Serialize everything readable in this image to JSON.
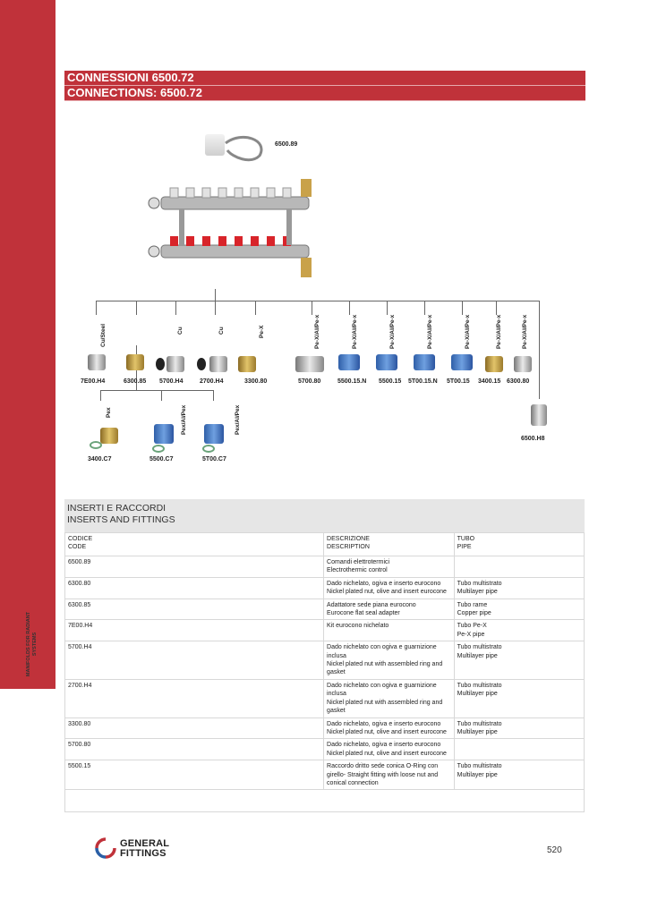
{
  "header": {
    "title_it": "CONNESSIONI 6500.72",
    "title_en": "CONNECTIONS: 6500.72"
  },
  "sidebar": {
    "label_line1": "MANIFOLDS FOR RADIANT",
    "label_line2": "SYSTEMS"
  },
  "diagram": {
    "top_code": "6500.89",
    "pipe_labels": [
      "Cu/Steel",
      "Cu",
      "Cu",
      "Pe-X",
      "Pe-X/Al/Pe-x",
      "Pe-X/Al/Pe-x",
      "Pe-X/Al/Pe-x",
      "Pe-X/Al/Pe-x",
      "Pe-X/Al/Pe-x",
      "Pe-X/Al/Pe-x",
      "Pe-X/Al/Pe-x"
    ],
    "codes": [
      "7E00.H4",
      "6300.85",
      "5700.H4",
      "2700.H4",
      "3300.80",
      "5700.80",
      "5500.15.N",
      "5500.15",
      "5T00.15.N",
      "5T00.15",
      "3400.15",
      "6300.80"
    ],
    "right_code": "6500.H8",
    "sub_labels": [
      "Pex",
      "Pex/Al/Pex",
      "Pex/Al/Pex"
    ],
    "sub_codes": [
      "3400.C7",
      "5500.C7",
      "5T00.C7"
    ]
  },
  "table": {
    "title_it": "INSERTI E RACCORDI",
    "title_en": "INSERTS AND FITTINGS",
    "headers": {
      "code_it": "CODICE",
      "code_en": "CODE",
      "desc_it": "DESCRIZIONE",
      "desc_en": "DESCRIPTION",
      "pipe_it": "TUBO",
      "pipe_en": "PIPE"
    },
    "rows": [
      {
        "code": "6500.89",
        "desc": [
          "Comandi elettrotermici",
          "Electrothermic control"
        ],
        "pipe": []
      },
      {
        "code": "6300.80",
        "desc": [
          "Dado nichelato, ogiva e inserto eurocono",
          "Nickel plated nut, olive and insert eurocone"
        ],
        "pipe": [
          "Tubo multistrato",
          "Multilayer pipe"
        ]
      },
      {
        "code": "6300.85",
        "desc": [
          "Adattatore sede piana eurocono",
          "Eurocone flat seal adapter"
        ],
        "pipe": [
          "Tubo rame",
          "Copper pipe"
        ]
      },
      {
        "code": "7E00.H4",
        "desc": [
          "Kit eurocono nichelato"
        ],
        "pipe": [
          "Tubo Pe-X",
          "Pe-X pipe"
        ]
      },
      {
        "code": "5700.H4",
        "desc": [
          "Dado nichelato con ogiva e guarnizione",
          "inclusa",
          "Nickel plated nut with assembled ring and",
          "gasket"
        ],
        "pipe": [
          "Tubo multistrato",
          "Multilayer pipe"
        ]
      },
      {
        "code": "2700.H4",
        "desc": [
          "Dado nichelato con ogiva e guarnizione",
          "inclusa",
          "Nickel plated nut with assembled ring and",
          "gasket"
        ],
        "pipe": [
          "Tubo multistrato",
          "Multilayer pipe"
        ]
      },
      {
        "code": "3300.80",
        "desc": [
          "Dado nichelato, ogiva e inserto eurocono",
          "Nickel plated nut, olive and insert eurocone"
        ],
        "pipe": [
          "Tubo multistrato",
          "Multilayer pipe"
        ]
      },
      {
        "code": "5700.80",
        "desc": [
          "Dado nichelato, ogiva e inserto eurocono",
          "Nickel plated nut, olive and insert eurocone"
        ],
        "pipe": []
      },
      {
        "code": "5500.15",
        "desc": [
          "Raccordo dritto sede conica O-Ring con",
          "girello- Straight fitting with loose nut and",
          "conical connection"
        ],
        "pipe": [
          "Tubo multistrato",
          "Multilayer pipe"
        ]
      }
    ]
  },
  "footer": {
    "logo_line1": "GENERAL",
    "logo_line2": "FITTINGS",
    "page_number": "520"
  },
  "colors": {
    "brand_red": "#c0323a"
  }
}
